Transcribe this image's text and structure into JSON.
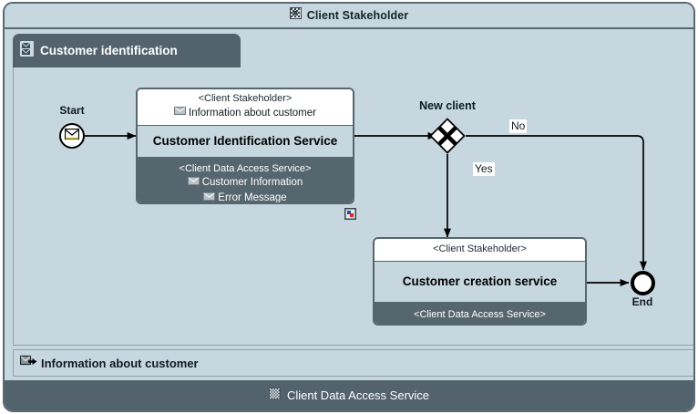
{
  "diagram": {
    "type": "bpmn-process",
    "pool": {
      "title": "Client Stakeholder",
      "icon": "stakeholder-icon"
    },
    "lane": {
      "title": "Customer identification",
      "icon": "process-messages-icon"
    },
    "footer": {
      "title": "Client Data Access Service",
      "icon": "data-access-service-icon"
    },
    "message_bar": {
      "label": "Information about customer",
      "icon": "message-out-icon"
    },
    "events": [
      {
        "id": "start",
        "kind": "message-start-event",
        "label": "Start",
        "icon": "envelope-icon"
      },
      {
        "id": "end",
        "kind": "end-event",
        "label": "End",
        "icon": ""
      }
    ],
    "gateway": {
      "id": "new-client",
      "kind": "exclusive-gateway",
      "label": "New client",
      "marker": "x-marker"
    },
    "tasks": [
      {
        "id": "customer-identification-service",
        "title": "Customer Identification Service",
        "inputs": {
          "actor": "<Client Stakeholder>",
          "items": [
            {
              "icon": "envelope-icon",
              "label": "Information about customer"
            }
          ]
        },
        "outputs": {
          "actor": "<Client Data Access Service>",
          "items": [
            {
              "icon": "envelope-icon",
              "label": "Customer Information"
            },
            {
              "icon": "envelope-icon",
              "label": "Error Message"
            }
          ]
        },
        "badge": "compensation-marker-icon"
      },
      {
        "id": "customer-creation-service",
        "title": "Customer creation service",
        "inputs": {
          "actor": "<Client Stakeholder>",
          "items": []
        },
        "outputs": {
          "actor": "<Client Data Access Service>",
          "items": []
        },
        "badge": ""
      }
    ],
    "flows": [
      {
        "id": "start-to-task1",
        "label": ""
      },
      {
        "id": "task1-to-gateway",
        "label": ""
      },
      {
        "id": "gateway-no",
        "label": "No"
      },
      {
        "id": "gateway-yes",
        "label": "Yes"
      },
      {
        "id": "task2-to-end",
        "label": ""
      }
    ]
  },
  "colors": {
    "frame": "#5b6a72",
    "canvas": "#c6d7e0",
    "dark": "#52636d",
    "task_dark": "#56666f",
    "white": "#ffffff",
    "text": "#101a20",
    "envelope_accent": "#e8d64b"
  }
}
